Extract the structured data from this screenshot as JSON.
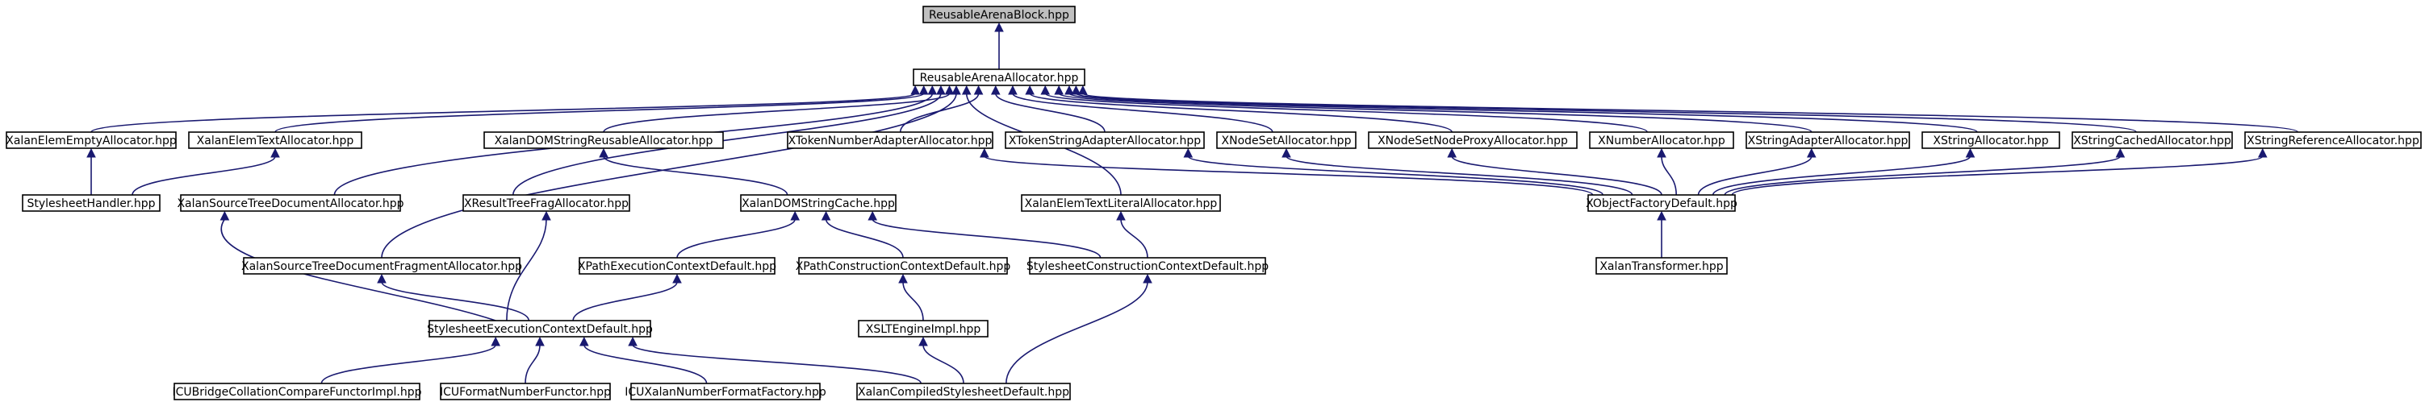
{
  "colors": {
    "edge": "#191970",
    "node_fill": "#ffffff",
    "root_fill": "#bfbfbf",
    "border": "#000000"
  },
  "nodes": {
    "root": "ReusableArenaBlock.hpp",
    "rea": "ReusableArenaAllocator.hpp",
    "empty": "XalanElemEmptyAllocator.hpp",
    "text": "XalanElemTextAllocator.hpp",
    "domsra": "XalanDOMStringReusableAllocator.hpp",
    "tokna": "XTokenNumberAdapterAllocator.hpp",
    "toksa": "XTokenStringAdapterAllocator.hpp",
    "nodeset": "XNodeSetAllocator.hpp",
    "nsproxy": "XNodeSetNodeProxyAllocator.hpp",
    "number": "XNumberAllocator.hpp",
    "stradapter": "XStringAdapterAllocator.hpp",
    "string": "XStringAllocator.hpp",
    "strcached": "XStringCachedAllocator.hpp",
    "strref": "XStringReferenceAllocator.hpp",
    "shandler": "StylesheetHandler.hpp",
    "stdoc": "XalanSourceTreeDocumentAllocator.hpp",
    "rtf": "XResultTreeFragAllocator.hpp",
    "domcache": "XalanDOMStringCache.hpp",
    "textlit": "XalanElemTextLiteralAllocator.hpp",
    "ofd": "XObjectFactoryDefault.hpp",
    "stdfrag": "XalanSourceTreeDocumentFragmentAllocator.hpp",
    "xpec": "XPathExecutionContextDefault.hpp",
    "xpcc": "XPathConstructionContextDefault.hpp",
    "scc": "StylesheetConstructionContextDefault.hpp",
    "transformer": "XalanTransformer.hpp",
    "sec": "StylesheetExecutionContextDefault.hpp",
    "xslt": "XSLTEngineImpl.hpp",
    "icubridge": "ICUBridgeCollationCompareFunctorImpl.hpp",
    "icufmt": "ICUFormatNumberFunctor.hpp",
    "icunf": "ICUXalanNumberFormatFactory.hpp",
    "compiled": "XalanCompiledStylesheetDefault.hpp"
  }
}
